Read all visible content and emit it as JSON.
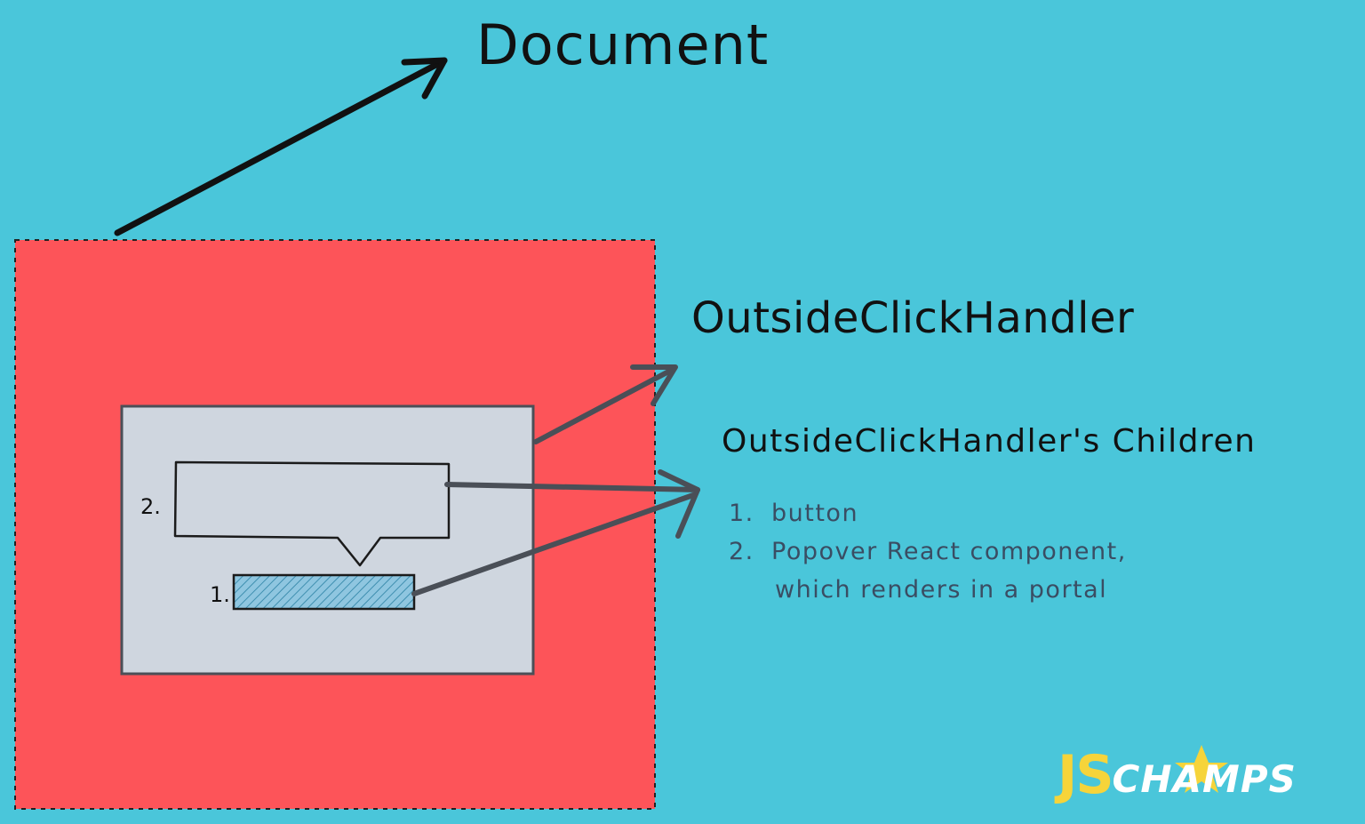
{
  "diagram": {
    "document_label": "Document",
    "outside_click_handler_label": "OutsideClickHandler",
    "children_heading": "OutsideClickHandler's Children",
    "children_list": [
      {
        "number": "1.",
        "text": "button"
      },
      {
        "number": "2.",
        "text": "Popover React component,",
        "continuation": "which renders in a portal"
      }
    ],
    "marker_1": "1.",
    "marker_2": "2."
  },
  "logo": {
    "text": "JSCHAMPS",
    "part_a": "JS",
    "part_b": "CHAMPS"
  },
  "colors": {
    "background": "#4ac6da",
    "document_box": "#fd5459",
    "handler_box": "#cfd6df",
    "button_fill": "#8fc6e0",
    "arrow_dark": "#111111",
    "arrow_gray": "#4a4f57",
    "list_text": "#3a4d63",
    "logo_yellow": "#f6d43a"
  },
  "icons": {
    "star": "star-icon"
  }
}
